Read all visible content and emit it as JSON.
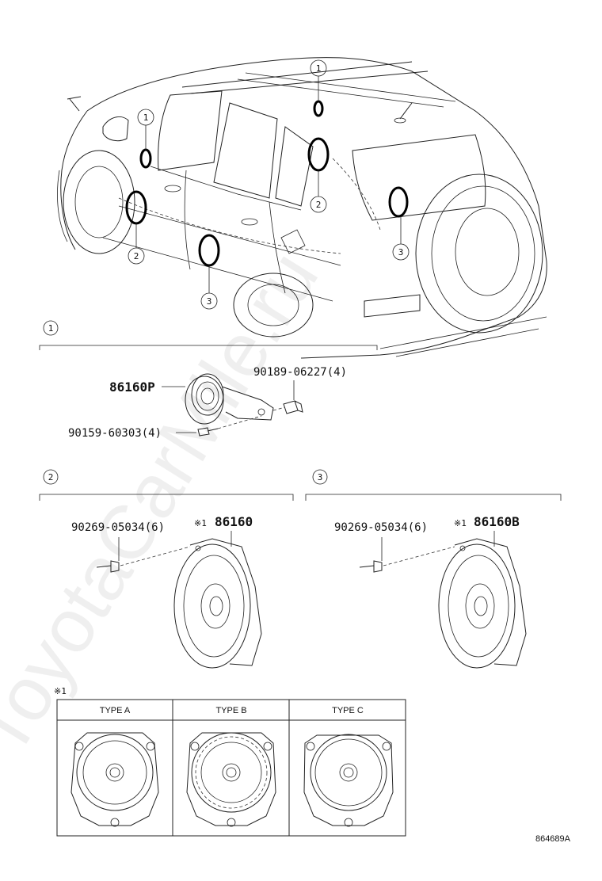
{
  "watermark": "ToyotaCarMile.ru",
  "callouts": {
    "one": "1",
    "two": "2",
    "three": "3"
  },
  "section_1": {
    "header": "1",
    "part_tweeter": "86160P",
    "part_clip": "90189-06227(4)",
    "part_screw": "90159-60303(4)"
  },
  "section_2": {
    "header": "2",
    "part_screw": "90269-05034(6)",
    "speaker_mark": "※1",
    "part_speaker": "86160"
  },
  "section_3": {
    "header": "3",
    "part_screw": "90269-05034(6)",
    "speaker_mark": "※1",
    "part_speaker": "86160B"
  },
  "types_table": {
    "note": "※1",
    "headers": [
      "TYPE A",
      "TYPE B",
      "TYPE C"
    ]
  },
  "figure_code": "864689A"
}
